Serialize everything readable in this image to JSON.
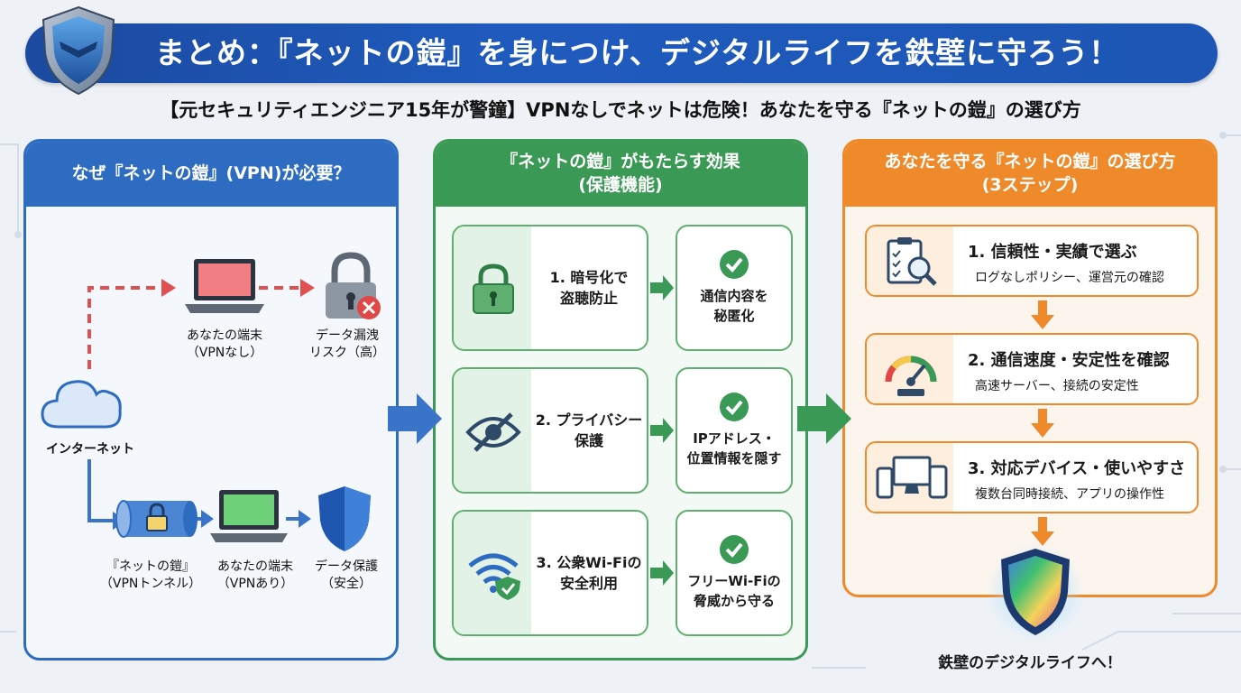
{
  "header": {
    "title": "まとめ：『ネットの鎧』を身につけ、デジタルライフを鉄壁に守ろう！",
    "subtitle": "【元セキュリティエンジニア15年が警鐘】VPNなしでネットは危険！あなたを守る『ネットの鎧』の選び方"
  },
  "panel_why": {
    "title": "なぜ『ネットの鎧』(VPN)が必要？",
    "internet_label": "インターネット",
    "no_vpn_device_label_1": "あなたの端末",
    "no_vpn_device_label_2": "（VPNなし）",
    "risk_label_1": "データ漏洩",
    "risk_label_2": "リスク（高）",
    "tunnel_label_1": "『ネットの鎧』",
    "tunnel_label_2": "（VPNトンネル）",
    "vpn_device_label_1": "あなたの端末",
    "vpn_device_label_2": "（VPNあり）",
    "protect_label_1": "データ保護",
    "protect_label_2": "（安全）"
  },
  "panel_effects": {
    "title_1": "『ネットの鎧』がもたらす効果",
    "title_2": "(保護機能)",
    "items": [
      {
        "left_1": "1. 暗号化で",
        "left_2": "盗聴防止",
        "right_1": "通信内容を",
        "right_2": "秘匿化"
      },
      {
        "left_1": "2. プライバシー",
        "left_2": "保護",
        "right_1": "IPアドレス・",
        "right_2": "位置情報を隠す"
      },
      {
        "left_1": "3. 公衆Wi-Fiの",
        "left_2": "安全利用",
        "right_1": "フリーWi-Fiの",
        "right_2": "脅威から守る"
      }
    ]
  },
  "panel_choose": {
    "title_1": "あなたを守る『ネットの鎧』の選び方",
    "title_2": "(3ステップ)",
    "steps": [
      {
        "title": "1. 信頼性・実績で選ぶ",
        "desc": "ログなしポリシー、運営元の確認"
      },
      {
        "title": "2. 通信速度・安定性を確認",
        "desc": "高速サーバー、接続の安定性"
      },
      {
        "title": "3. 対応デバイス・使いやすさ",
        "desc": "複数台同時接続、アプリの操作性"
      }
    ],
    "final": "鉄壁のデジタルライフへ！"
  },
  "colors": {
    "blue": "#2e6cc2",
    "green": "#3a9a55",
    "orange": "#ef8a2b",
    "red": "#e04848"
  }
}
